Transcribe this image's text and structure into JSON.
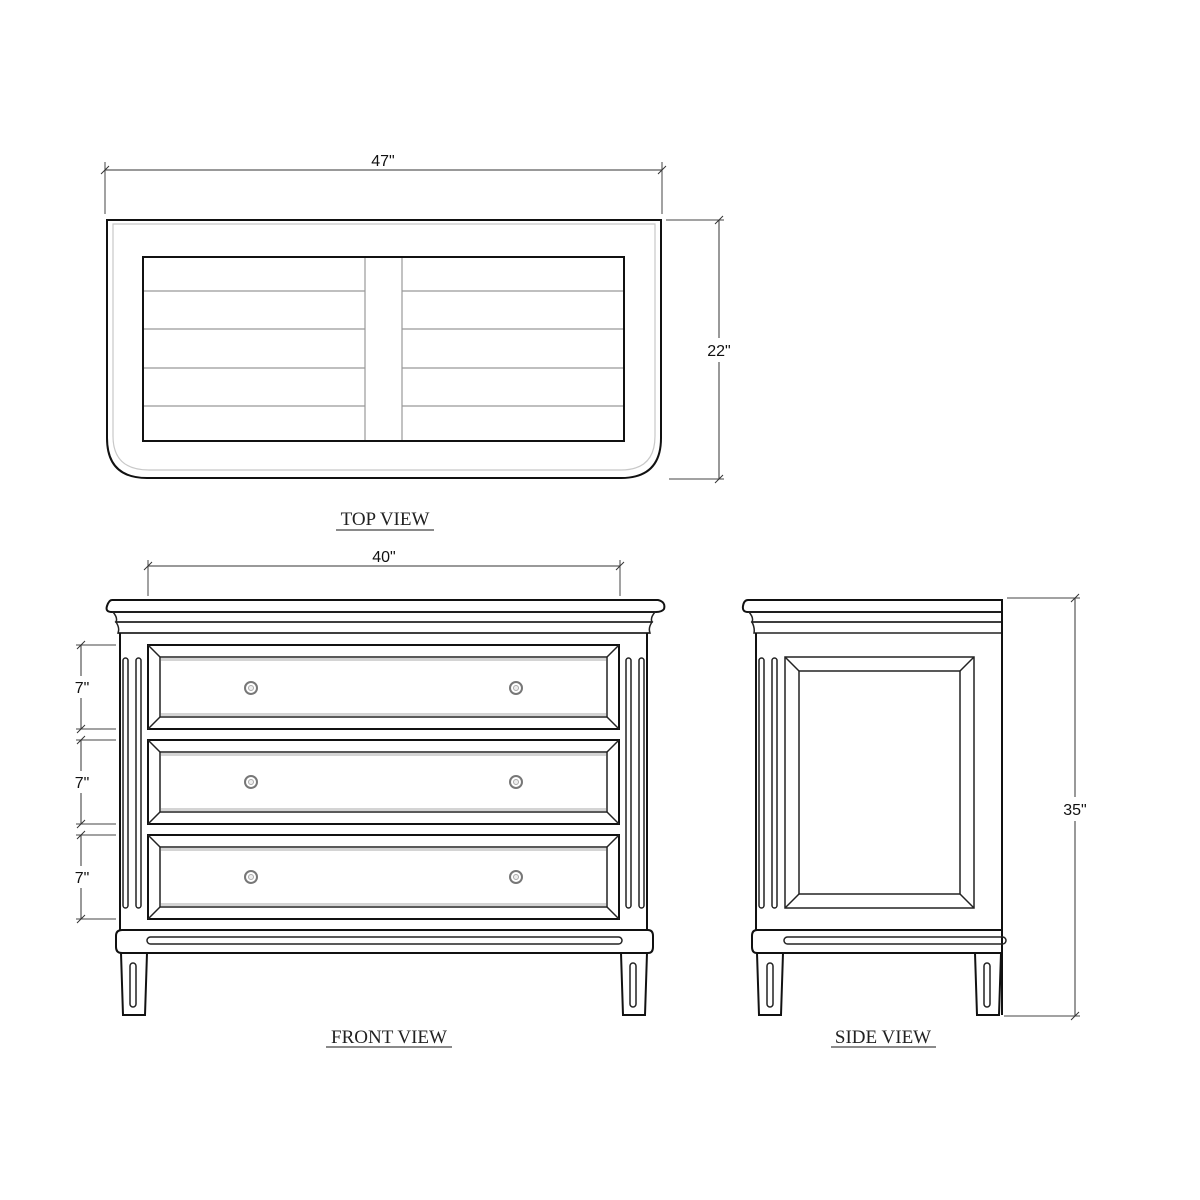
{
  "views": {
    "top": {
      "label": "TOP VIEW",
      "width_dimension": "47\"",
      "depth_dimension": "22\""
    },
    "front": {
      "label": "FRONT VIEW",
      "inner_width_dimension": "40\"",
      "drawers": [
        {
          "height_dimension": "7\""
        },
        {
          "height_dimension": "7\""
        },
        {
          "height_dimension": "7\""
        }
      ]
    },
    "side": {
      "label": "SIDE VIEW",
      "height_dimension": "35\""
    }
  }
}
